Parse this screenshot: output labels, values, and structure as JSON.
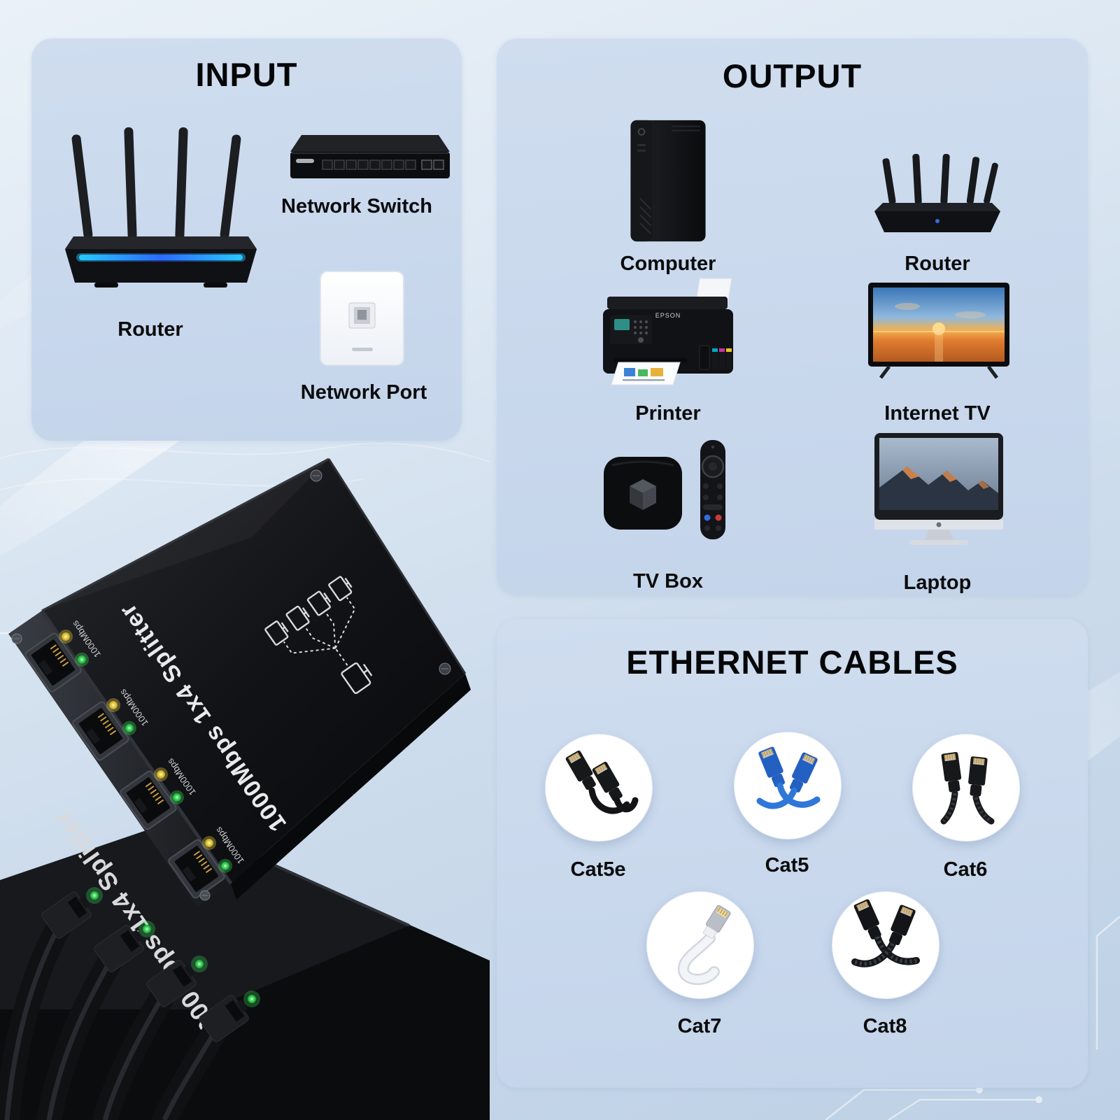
{
  "panels": {
    "input": {
      "title": "INPUT",
      "items": [
        {
          "label": "Router"
        },
        {
          "label": "Network Switch"
        },
        {
          "label": "Network Port"
        }
      ]
    },
    "output": {
      "title": "OUTPUT",
      "printer_brand": "EPSON",
      "items": [
        {
          "label": "Computer"
        },
        {
          "label": "Router"
        },
        {
          "label": "Printer"
        },
        {
          "label": "Internet TV"
        },
        {
          "label": "TV Box"
        },
        {
          "label": "Laptop"
        }
      ]
    },
    "cables": {
      "title": "ETHERNET CABLES",
      "items": [
        {
          "label": "Cat5e",
          "color": "#17181a"
        },
        {
          "label": "Cat5",
          "color": "#2f77d9"
        },
        {
          "label": "Cat6",
          "color": "#1c1c1e"
        },
        {
          "label": "Cat7",
          "color": "#eef0f3"
        },
        {
          "label": "Cat8",
          "color": "#16171a"
        }
      ]
    }
  },
  "product": {
    "device_text": "1000Mbps 1x4 Splitter",
    "port_label": "1000Mbps",
    "port_count": 4
  },
  "colors": {
    "panel_bg": "#c9d8ec",
    "page_gradient_top": "#e6eef7",
    "page_gradient_bottom": "#bdd0e5",
    "led_green": "#3ddb5a",
    "led_yellow": "#e9cf45",
    "router_glow_blue": "#2b6bff"
  }
}
